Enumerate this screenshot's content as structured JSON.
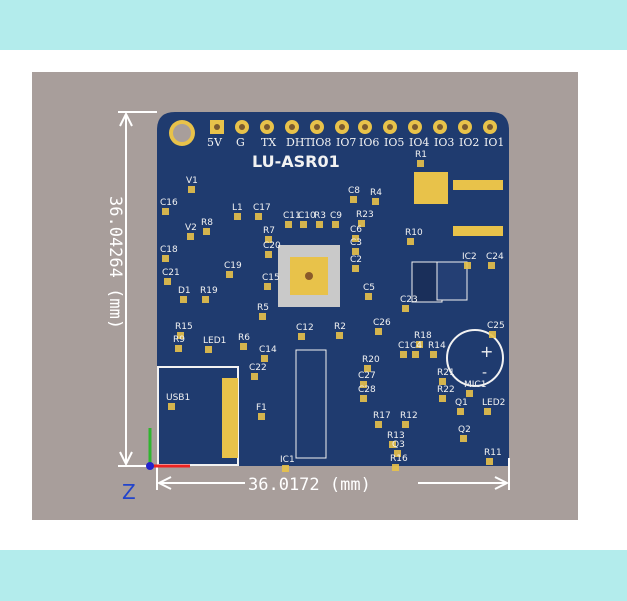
{
  "board": {
    "title": "LU-ASR01",
    "colors": {
      "solder_mask": "#1f3b6f",
      "copper": "#e8c24a",
      "silkscreen": "#f2f2f2",
      "background": "#a89e9b",
      "band": "#b3ecec"
    },
    "pins": [
      "5V",
      "G",
      "TX",
      "DHT",
      "IO8",
      "IO7",
      "IO6",
      "IO5",
      "IO4",
      "IO3",
      "IO2",
      "IO1"
    ],
    "components": [
      "V1",
      "C16",
      "L1",
      "C17",
      "R4",
      "C8",
      "C9",
      "R3",
      "C10",
      "C11",
      "R1",
      "R23",
      "C6",
      "C3",
      "C2",
      "R10",
      "V2",
      "R8",
      "C18",
      "R7",
      "C20",
      "C19",
      "C21",
      "C15",
      "D1",
      "R19",
      "R5",
      "R15",
      "R6",
      "R9",
      "LED1",
      "C12",
      "R2",
      "C14",
      "C5",
      "C23",
      "IC2",
      "C24",
      "C26",
      "C25",
      "R18",
      "R14",
      "C1",
      "C4",
      "R20",
      "C27",
      "C28",
      "R21",
      "MIC1",
      "R22",
      "Q1",
      "LED2",
      "R17",
      "R12",
      "R13",
      "Q3",
      "R16",
      "Q2",
      "R11",
      "C22",
      "F1",
      "IC1",
      "USB1"
    ],
    "mic_polarity": [
      "+",
      "-"
    ]
  },
  "dimensions": {
    "width": "36.0172 (mm)",
    "height": "36.04264 (mm)"
  },
  "axes": {
    "z_label": "Z"
  }
}
